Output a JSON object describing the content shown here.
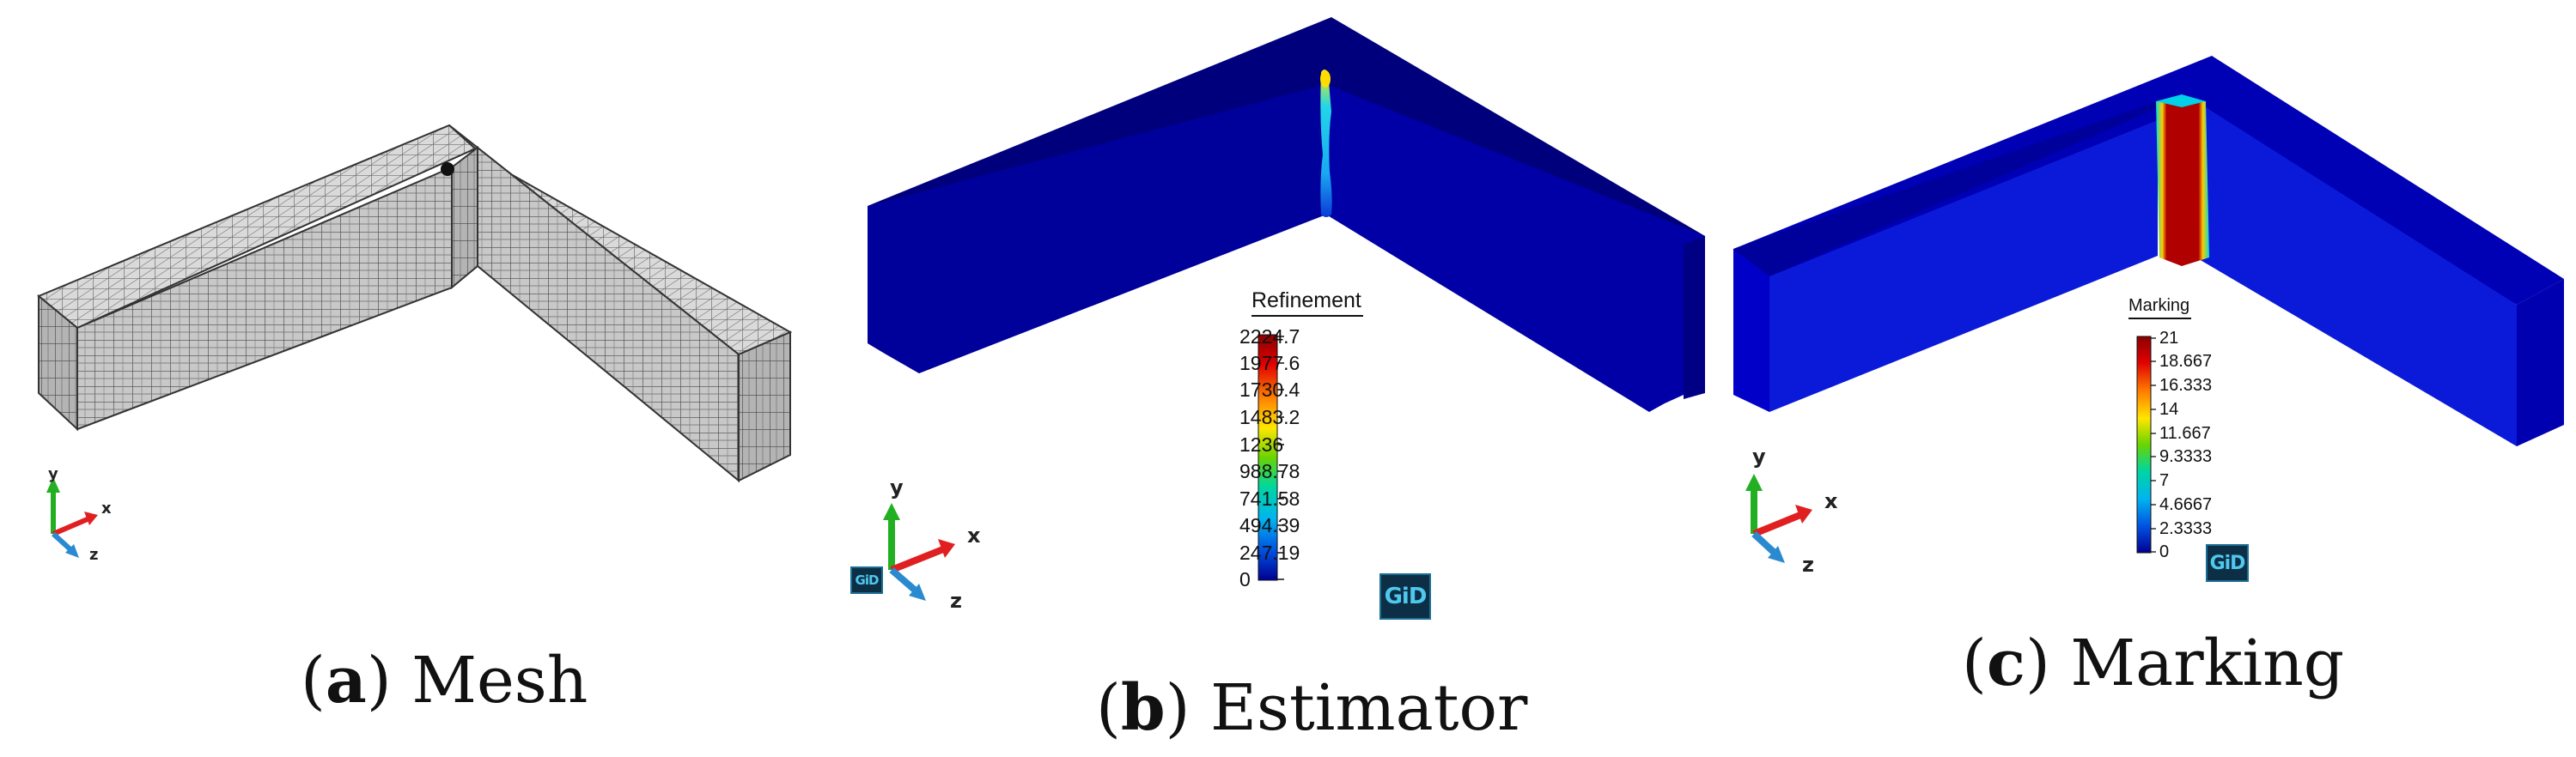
{
  "panels": [
    {
      "letter": "a",
      "title": "Mesh"
    },
    {
      "letter": "b",
      "title": "Estimator",
      "legend": {
        "title": "Refinement",
        "ticks": [
          "2224.7",
          "1977.6",
          "1730.4",
          "1483.2",
          "1236",
          "988.78",
          "741.58",
          "494.39",
          "247.19",
          "0"
        ]
      }
    },
    {
      "letter": "c",
      "title": "Marking",
      "legend": {
        "title": "Marking",
        "ticks": [
          "21",
          "18.667",
          "16.333",
          "14",
          "11.667",
          "9.3333",
          "7",
          "4.6667",
          "2.3333",
          "0"
        ]
      }
    }
  ],
  "axes": {
    "x": "x",
    "y": "y",
    "z": "z"
  },
  "logo": "GiD",
  "colors": {
    "mesh_front": "#c9c9c9",
    "mesh_side": "#b2b2b2",
    "mesh_top": "#dcdcdc",
    "mesh_lines": "#4a4a4a",
    "field_low": "#00008f",
    "field_low_top": "#00007a",
    "field_high": "#a80000",
    "axis_x": "#e02020",
    "axis_y": "#22b022",
    "axis_z": "#2a8ad0"
  }
}
